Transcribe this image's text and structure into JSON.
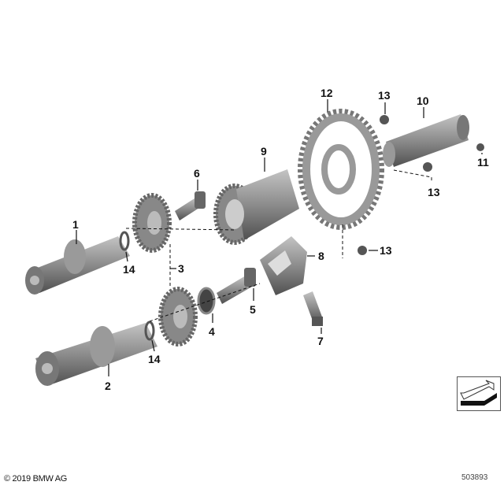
{
  "copyright": "© 2019 BMW AG",
  "diagram_number": "503893",
  "labels": {
    "l1": "1",
    "l2": "2",
    "l3": "3",
    "l4": "4",
    "l5": "5",
    "l6": "6",
    "l7": "7",
    "l8": "8",
    "l9": "9",
    "l10": "10",
    "l11": "11",
    "l12": "12",
    "l13a": "13",
    "l13b": "13",
    "l13c": "13",
    "l14a": "14",
    "l14b": "14"
  },
  "colors": {
    "part": "#8a8a8a",
    "part_dark": "#555555",
    "part_light": "#b8b8b8"
  }
}
